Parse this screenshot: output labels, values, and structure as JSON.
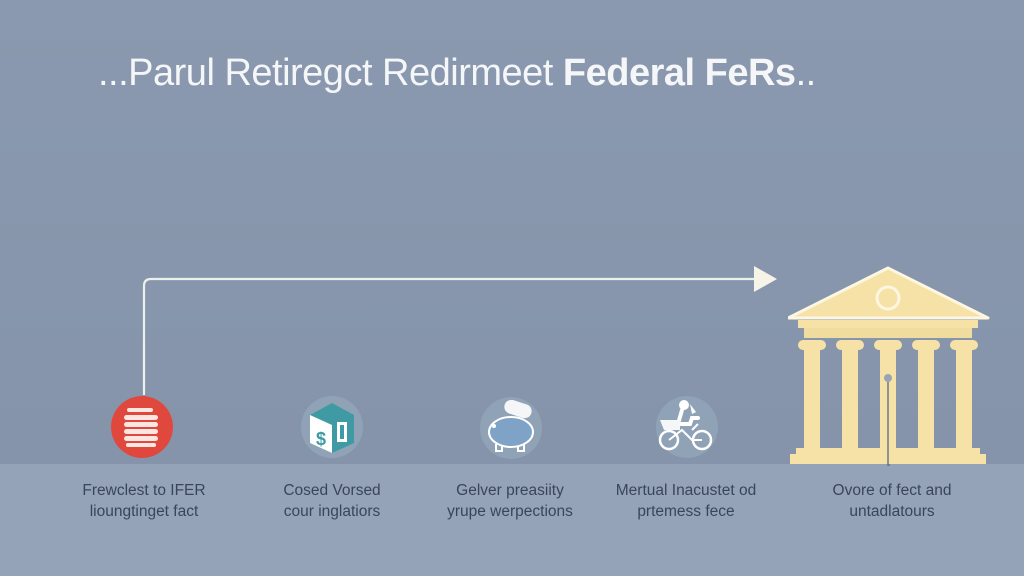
{
  "title": {
    "regular": "...Parul Retiregct Redirmeet ",
    "bold": "Federal FeRs",
    "suffix": ".."
  },
  "steps": [
    {
      "icon": "coin-stack-icon",
      "line1": "Frewclest to IFER",
      "line2": "lioungtinget fact"
    },
    {
      "icon": "dollar-box-icon",
      "line1": "Cosed Vorsed",
      "line2": "cour inglatiors"
    },
    {
      "icon": "piggy-bank-icon",
      "line1": "Gelver preasiity",
      "line2": "yrupe werpections"
    },
    {
      "icon": "person-bicycle-icon",
      "line1": "Mertual Inacustet od",
      "line2": "prtemess fece"
    },
    {
      "icon": "federal-building-icon",
      "line1": "Ovore of fect and",
      "line2": "untadlatours"
    }
  ],
  "colors": {
    "background": "#8796ac",
    "bottom_band": "#94a3b8",
    "arrow": "#f4f2e4",
    "coin_red": "#e0483d",
    "box_teal": "#3f9aa3",
    "building_cream": "#f6e2a7"
  }
}
